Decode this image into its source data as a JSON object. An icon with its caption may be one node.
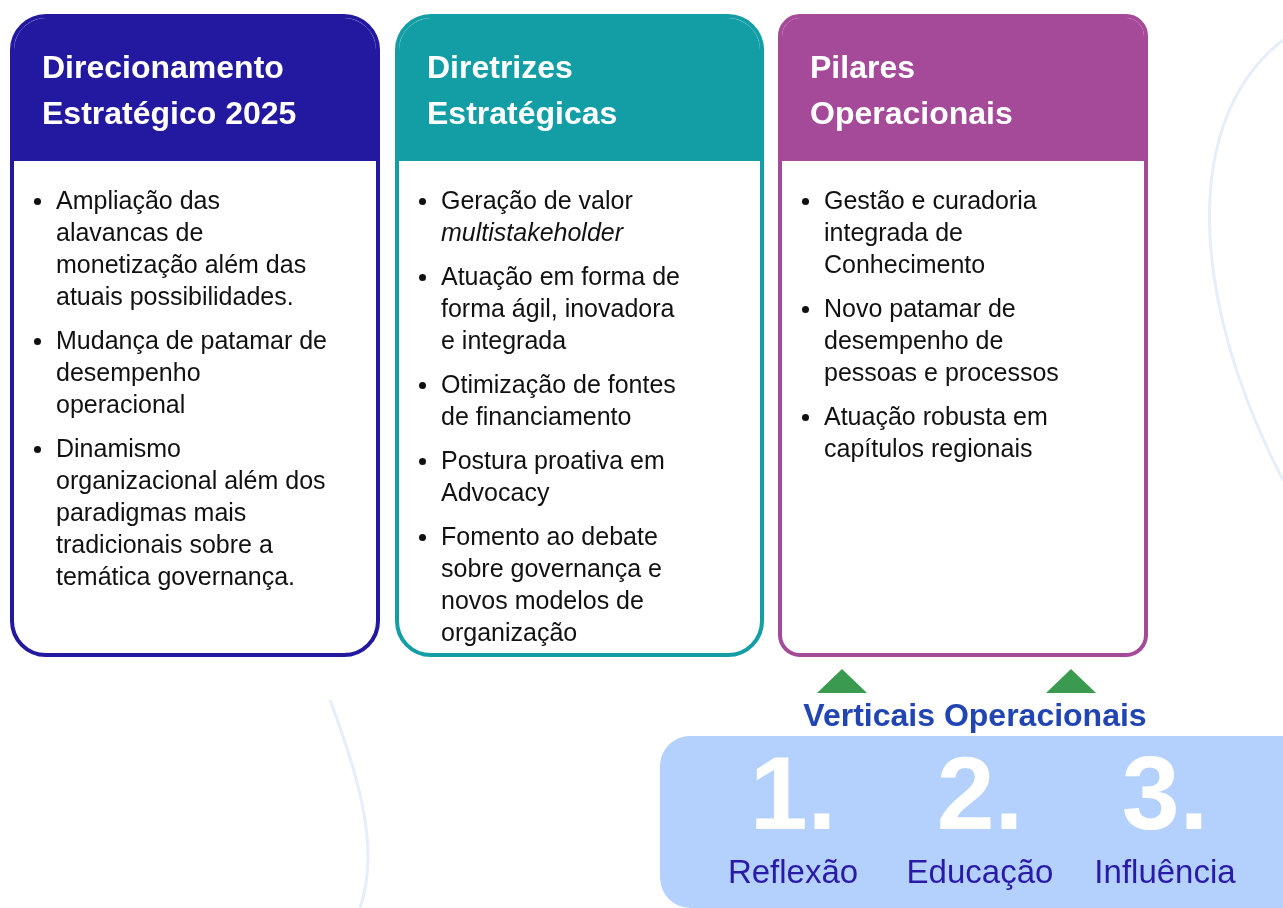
{
  "diagram": {
    "nodes": [
      {
        "text": [
          "Direcionamento Estratégico 2025",
          "Ampliação das alavancas de monetização além das atuais possibilidades.",
          "Mudança de patamar de desempenho operacional",
          "Dinamismo organizacional além dos paradigmas mais tradicionais sobre a temática governança."
        ]
      },
      {
        "text": [
          "Diretrizes Estratégicas",
          "Geração de valor *multistakeholder*",
          "Atuação em forma de forma ágil, inovadora e integrada",
          "Otimização de fontes de financiamento",
          "Postura proativa em Advocacy",
          "Fomento ao debate sobre governança e novos modelos de organização"
        ]
      },
      {
        "text": [
          "Pilares Operacionais",
          "Gestão e curadoria integrada de Conhecimento",
          "Novo patamar de desempenho de pessoas e processos",
          "Atuação robusta em capítulos regionais"
        ]
      },
      {
        "text": [
          "Verticais Operacionais",
          "1.",
          "Reflexão",
          "2.",
          "Educação",
          "3.",
          "Influência"
        ]
      }
    ],
    "edges": [
      {
        "from": 3,
        "to": 2,
        "arrow": "to"
      },
      {
        "from": 3,
        "to": 2,
        "arrow": "to"
      }
    ]
  }
}
